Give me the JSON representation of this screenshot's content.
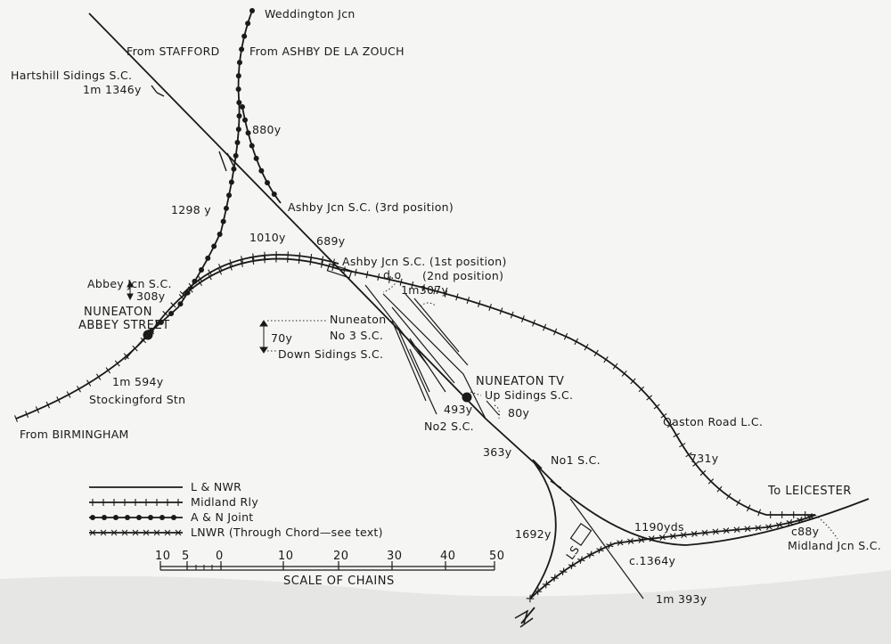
{
  "labels": {
    "weddington": "Weddington Jcn",
    "from_stafford": "From STAFFORD",
    "from_ashby": "From ASHBY DE LA ZOUCH",
    "hartshill": "Hartshill Sidings S.C.",
    "hartshill_dist": "1m 1346y",
    "d880": "880y",
    "ashby_3rd": "Ashby Jcn S.C. (3rd position)",
    "d1298": "1298 y",
    "d1010": "1010y",
    "d689": "689y",
    "ashby_1st": "Ashby Jcn S.C. (1st position)",
    "do": "d.o",
    "ashby_2nd": "(2nd position)",
    "d1m307": "1m307y",
    "abbey_jcn": "Abbey Jcn S.C.",
    "d308": "308y",
    "nuneaton_abbey_1": "NUNEATON",
    "nuneaton_abbey_2": "ABBEY STREET",
    "nuneaton_no3_1": "Nuneaton",
    "nuneaton_no3_2": "No 3 S.C.",
    "d70": "70y",
    "down_sidings": "Down Sidings S.C.",
    "d1m594": "1m 594y",
    "stockingford": "Stockingford Stn",
    "from_birmingham": "From BIRMINGHAM",
    "nuneaton_tv": "NUNEATON TV",
    "up_sidings": "Up Sidings S.C.",
    "d493": "493y",
    "d80": "80y",
    "no2": "No2 S.C.",
    "oaston": "Oaston Road L.C.",
    "d363": "363y",
    "no1": "No1 S.C.",
    "d731": "731y",
    "to_leicester": "To LEICESTER",
    "d1190": "1190yds",
    "c88": "c88y",
    "midland_jcn": "Midland Jcn S.C.",
    "d1692": "1692y",
    "ls": "LS",
    "c1364": "c.1364y",
    "d1m393": "1m 393y"
  },
  "legend": [
    {
      "label": "L & NWR",
      "style": "plain"
    },
    {
      "label": "Midland Rly",
      "style": "ticks"
    },
    {
      "label": "A & N Joint",
      "style": "dots"
    },
    {
      "label": "LNWR (Through Chord—see text)",
      "style": "crosses"
    }
  ],
  "scale": {
    "ticks": [
      "10",
      "5",
      "0",
      "10",
      "20",
      "30",
      "40",
      "50"
    ],
    "caption": "SCALE OF CHAINS"
  }
}
